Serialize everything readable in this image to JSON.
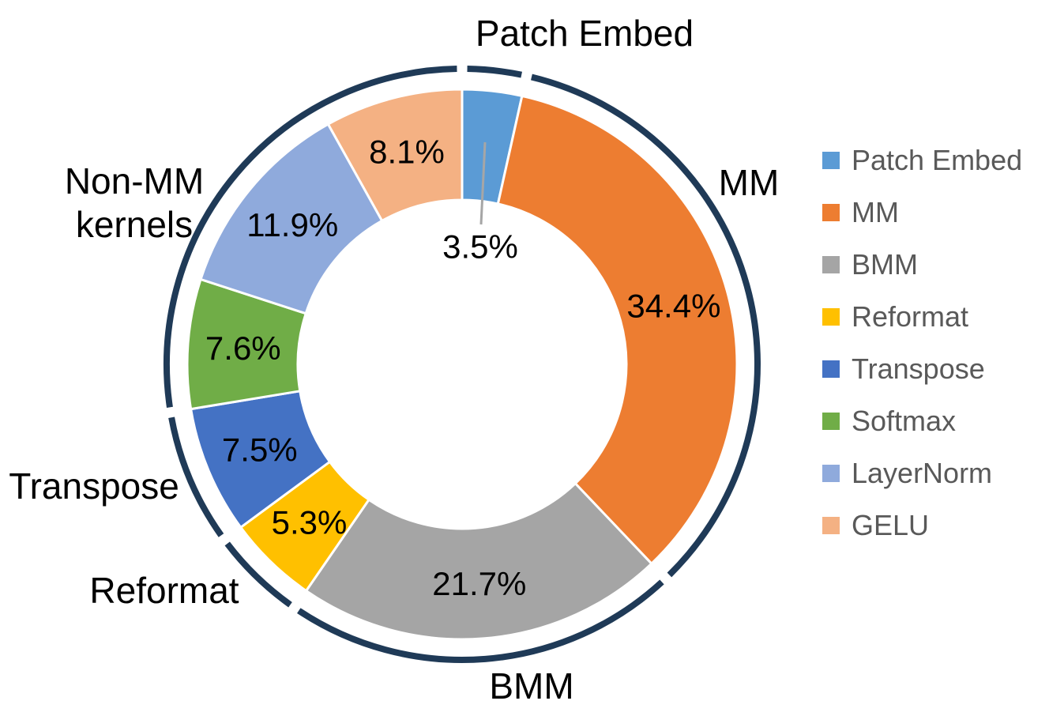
{
  "chart_data": {
    "type": "pie",
    "subtype": "donut",
    "title": "",
    "unit": "%",
    "legend_position": "right",
    "categories": [
      "Patch Embed",
      "MM",
      "BMM",
      "Reformat",
      "Transpose",
      "Softmax",
      "LayerNorm",
      "GELU"
    ],
    "values": [
      3.5,
      34.4,
      21.7,
      5.3,
      7.5,
      7.6,
      11.9,
      8.1
    ],
    "slices": [
      {
        "label": "Patch Embed",
        "value": 3.5,
        "pct_label": "3.5%",
        "color": "#5B9BD5"
      },
      {
        "label": "MM",
        "value": 34.4,
        "pct_label": "34.4%",
        "color": "#ED7D31"
      },
      {
        "label": "BMM",
        "value": 21.7,
        "pct_label": "21.7%",
        "color": "#A5A5A5"
      },
      {
        "label": "Reformat",
        "value": 5.3,
        "pct_label": "5.3%",
        "color": "#FFC000"
      },
      {
        "label": "Transpose",
        "value": 7.5,
        "pct_label": "7.5%",
        "color": "#4472C4"
      },
      {
        "label": "Softmax",
        "value": 7.6,
        "pct_label": "7.6%",
        "color": "#70AD47"
      },
      {
        "label": "LayerNorm",
        "value": 11.9,
        "pct_label": "11.9%",
        "color": "#8FAADC"
      },
      {
        "label": "GELU",
        "value": 8.1,
        "pct_label": "8.1%",
        "color": "#F4B183"
      }
    ],
    "outer_ring": {
      "color": "#1F3A57",
      "style": "arc-segments-with-gaps",
      "groups": [
        {
          "label": "Patch Embed",
          "start_pct": 0.0,
          "end_pct": 3.5
        },
        {
          "label": "MM",
          "start_pct": 3.5,
          "end_pct": 37.9
        },
        {
          "label": "BMM",
          "start_pct": 37.9,
          "end_pct": 59.6
        },
        {
          "label": "Reformat",
          "start_pct": 59.6,
          "end_pct": 64.9
        },
        {
          "label": "Transpose",
          "start_pct": 64.9,
          "end_pct": 72.4
        },
        {
          "label": "Non-MM kernels",
          "start_pct": 72.4,
          "end_pct": 100.0
        }
      ]
    },
    "callout": {
      "slice": "Patch Embed",
      "text": "3.5%",
      "leader_color": "#A6A6A6"
    }
  },
  "outer_labels": {
    "patch_embed": "Patch Embed",
    "mm": "MM",
    "bmm": "BMM",
    "reformat": "Reformat",
    "transpose": "Transpose",
    "non_mm": [
      "Non-MM",
      "kernels"
    ]
  }
}
